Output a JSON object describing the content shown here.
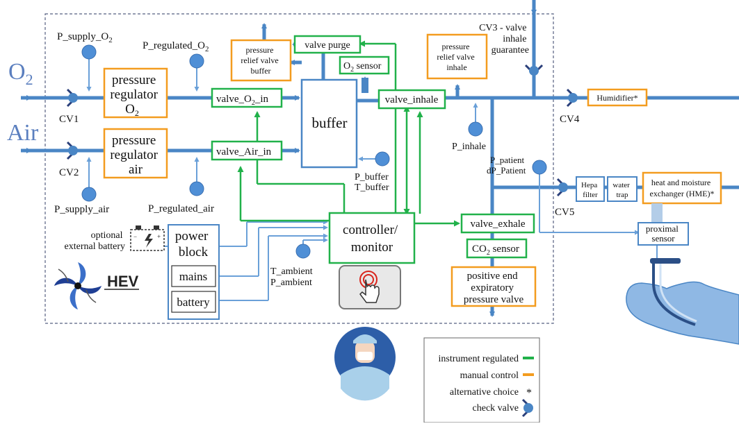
{
  "gases": {
    "o2_symbol": "O",
    "o2_sub": "2",
    "air": "Air"
  },
  "valves": {
    "cv1": "CV1",
    "cv2": "CV2",
    "cv3_line1": "CV3 - valve",
    "cv3_line2": "inhale",
    "cv3_line3": "guarantee",
    "cv4": "CV4",
    "cv5": "CV5"
  },
  "sensors": {
    "p_supply_o2": "P_supply_O",
    "p_supply_o2_sub": "2",
    "p_regulated_o2": "P_regulated_O",
    "p_regulated_o2_sub": "2",
    "p_supply_air": "P_supply_air",
    "p_regulated_air": "P_regulated_air",
    "p_buffer": "P_buffer",
    "t_buffer": "T_buffer",
    "p_inhale": "P_inhale",
    "p_patient": "P_patient",
    "dp_patient": "dP_Patient",
    "t_ambient": "T_ambient",
    "p_ambient": "P_ambient"
  },
  "boxes": {
    "reg_o2_l1": "pressure",
    "reg_o2_l2": "regulator",
    "reg_o2_l3": "O",
    "reg_o2_l3_sub": "2",
    "reg_air_l1": "pressure",
    "reg_air_l2": "regulator",
    "reg_air_l3": "air",
    "valve_o2_in": "valve_O",
    "valve_o2_in_sub": "2",
    "valve_o2_in_tail": "_in",
    "valve_air_in": "valve_Air_in",
    "buffer": "buffer",
    "prv_buffer_l1": "pressure",
    "prv_buffer_l2": "relief valve",
    "prv_buffer_l3": "buffer",
    "valve_purge": "valve purge",
    "o2_sensor": "O",
    "o2_sensor_sub": "2",
    "o2_sensor_tail": " sensor",
    "prv_inhale_l1": "pressure",
    "prv_inhale_l2": "relief valve",
    "prv_inhale_l3": "inhale",
    "valve_inhale": "valve_inhale",
    "humidifier": "Humidifier*",
    "hepa_l1": "Hepa",
    "hepa_l2": "filter",
    "water_l1": "water",
    "water_l2": "trap",
    "hme_l1": "heat and moisture",
    "hme_l2": "exchanger (HME)*",
    "proximal_l1": "proximal",
    "proximal_l2": "sensor",
    "controller_l1": "controller/",
    "controller_l2": "monitor",
    "valve_exhale": "valve_exhale",
    "co2_sensor": "CO",
    "co2_sensor_sub": "2",
    "co2_sensor_tail": " sensor",
    "peep_l1": "positive end",
    "peep_l2": "expiratory",
    "peep_l3": "pressure valve",
    "power_l1": "power",
    "power_l2": "block",
    "mains": "mains",
    "battery": "battery",
    "ext_batt_l1": "optional",
    "ext_batt_l2": "external battery"
  },
  "logo": "HEV",
  "legend": {
    "instrument": "instrument regulated",
    "manual": "manual control",
    "alternative": "alternative choice",
    "alternative_mark": "*",
    "check": "check valve"
  },
  "colors": {
    "pipe": "#4a86c5",
    "green": "#21b14a",
    "orange": "#f39c1f",
    "sensor": "#4f8fd6",
    "text_blue": "#5b7fbf"
  }
}
